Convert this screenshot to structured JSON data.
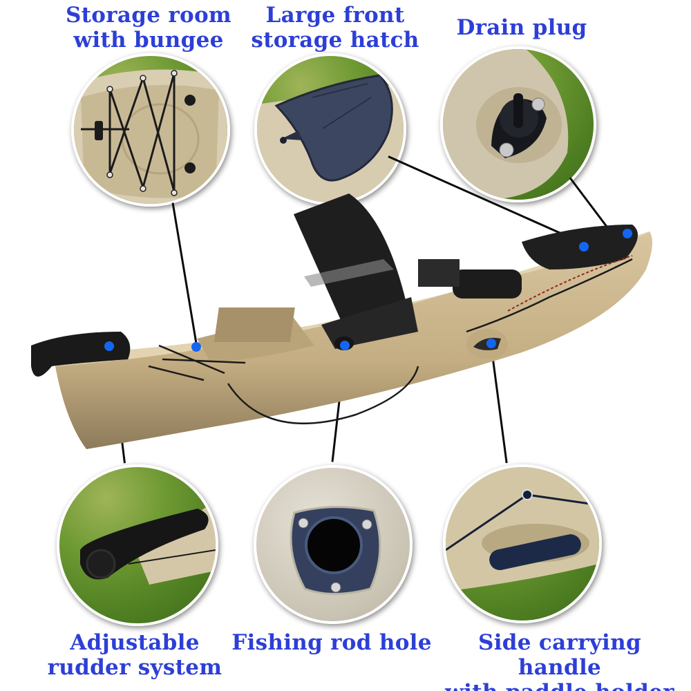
{
  "colors": {
    "label_text": "#2d3fd6",
    "marker_dot": "#1466f0",
    "kayak_hull": "#cbb68f",
    "fitting_dark": "#1f2430",
    "grass": "#5e8b2a"
  },
  "callouts": [
    {
      "id": "storage",
      "label_line1": "Storage room",
      "label_line2": "with bungee"
    },
    {
      "id": "hatch",
      "label_line1": "Large front",
      "label_line2": "storage hatch"
    },
    {
      "id": "drain",
      "label_line1": "Drain plug",
      "label_line2": ""
    },
    {
      "id": "rudder",
      "label_line1": "Adjustable",
      "label_line2": "rudder system"
    },
    {
      "id": "rodhole",
      "label_line1": "Fishing rod hole",
      "label_line2": ""
    },
    {
      "id": "handle",
      "label_line1": "Side carrying handle",
      "label_line2": "with paddle holder"
    }
  ]
}
